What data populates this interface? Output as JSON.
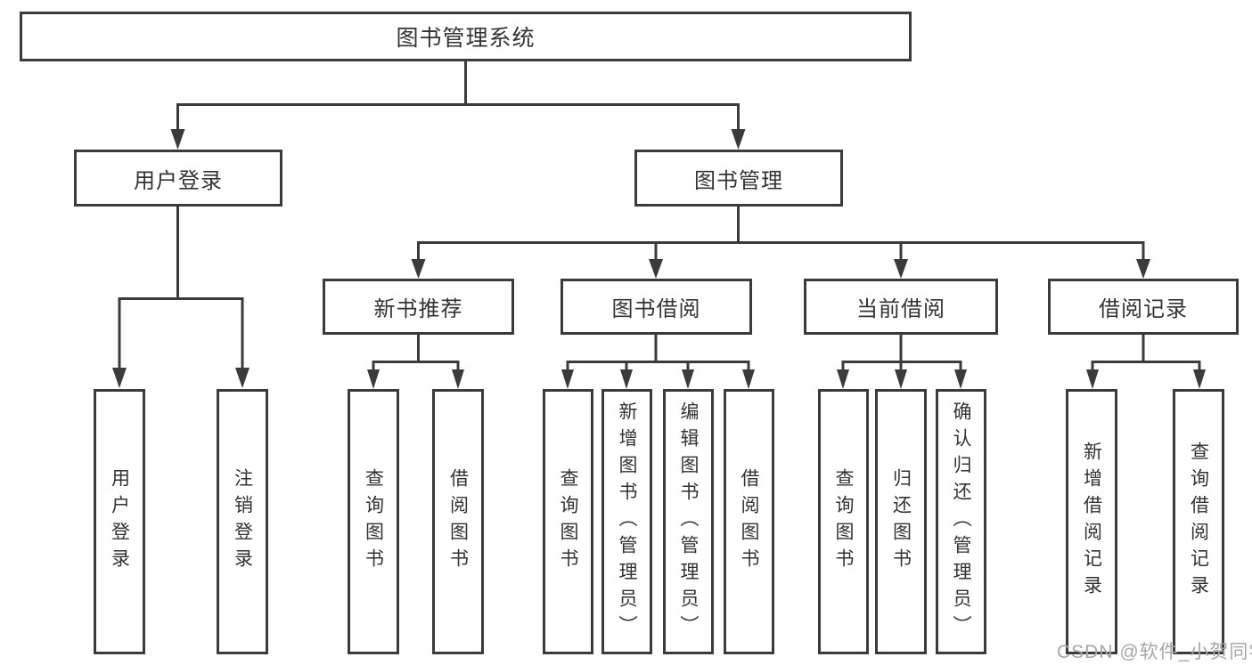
{
  "nodes": {
    "root": "图书管理系统",
    "level2": [
      "用户登录",
      "图书管理"
    ],
    "level3": [
      "新书推荐",
      "图书借阅",
      "当前借阅",
      "借阅记录"
    ],
    "leaves": [
      "用户登录",
      "注销登录",
      "查询图书",
      "借阅图书",
      "查询图书",
      "新增图书（管理员）",
      "编辑图书（管理员）",
      "借阅图书",
      "查询图书",
      "归还图书",
      "确认归还（管理员）",
      "新增借阅记录",
      "查询借阅记录"
    ]
  },
  "watermark": "CSDN @软件_小贺同学",
  "colors": {
    "line": "#3b3b3b",
    "text": "#333333",
    "watermark": "#a6a6a6",
    "background": "#ffffff"
  }
}
